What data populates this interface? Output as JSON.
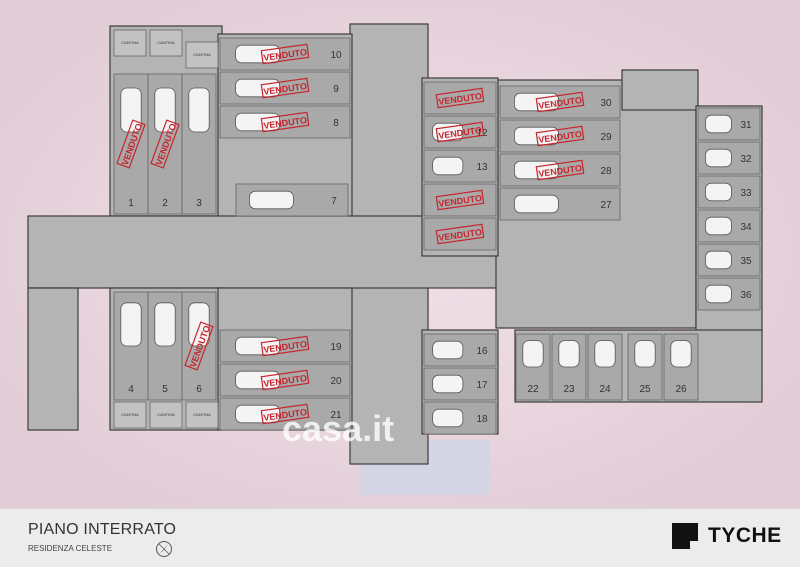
{
  "title": "PIANO INTERRATO",
  "subtitle": "RESIDENZA CELESTE",
  "brand": "TYCHE",
  "watermark": "casa.it",
  "sold_label": "VENDUTO",
  "storage_label": "CANTINA",
  "colors": {
    "floor": "#b4b4b4",
    "wall": "#3c3c3c",
    "sold_red": "#c7242c",
    "space": "#a9a9a9",
    "background": "#e9d7de"
  },
  "spaces": [
    {
      "n": "1",
      "sold": true
    },
    {
      "n": "2",
      "sold": true
    },
    {
      "n": "3",
      "sold": false
    },
    {
      "n": "4",
      "sold": false
    },
    {
      "n": "5",
      "sold": false
    },
    {
      "n": "6",
      "sold": true
    },
    {
      "n": "7",
      "sold": false
    },
    {
      "n": "8",
      "sold": true
    },
    {
      "n": "9",
      "sold": true
    },
    {
      "n": "10",
      "sold": true
    },
    {
      "n": "12",
      "sold": true
    },
    {
      "n": "13",
      "sold": false
    },
    {
      "n": "16",
      "sold": false
    },
    {
      "n": "17",
      "sold": false
    },
    {
      "n": "18",
      "sold": false
    },
    {
      "n": "19",
      "sold": true
    },
    {
      "n": "20",
      "sold": true
    },
    {
      "n": "21",
      "sold": true
    },
    {
      "n": "22",
      "sold": false
    },
    {
      "n": "23",
      "sold": false
    },
    {
      "n": "24",
      "sold": false
    },
    {
      "n": "25",
      "sold": false
    },
    {
      "n": "26",
      "sold": false
    },
    {
      "n": "27",
      "sold": false
    },
    {
      "n": "28",
      "sold": true
    },
    {
      "n": "29",
      "sold": true
    },
    {
      "n": "30",
      "sold": true
    },
    {
      "n": "31",
      "sold": false
    },
    {
      "n": "32",
      "sold": false
    },
    {
      "n": "33",
      "sold": false
    },
    {
      "n": "34",
      "sold": false
    },
    {
      "n": "35",
      "sold": false
    },
    {
      "n": "36",
      "sold": false
    }
  ],
  "sold_unnumbered": 2
}
